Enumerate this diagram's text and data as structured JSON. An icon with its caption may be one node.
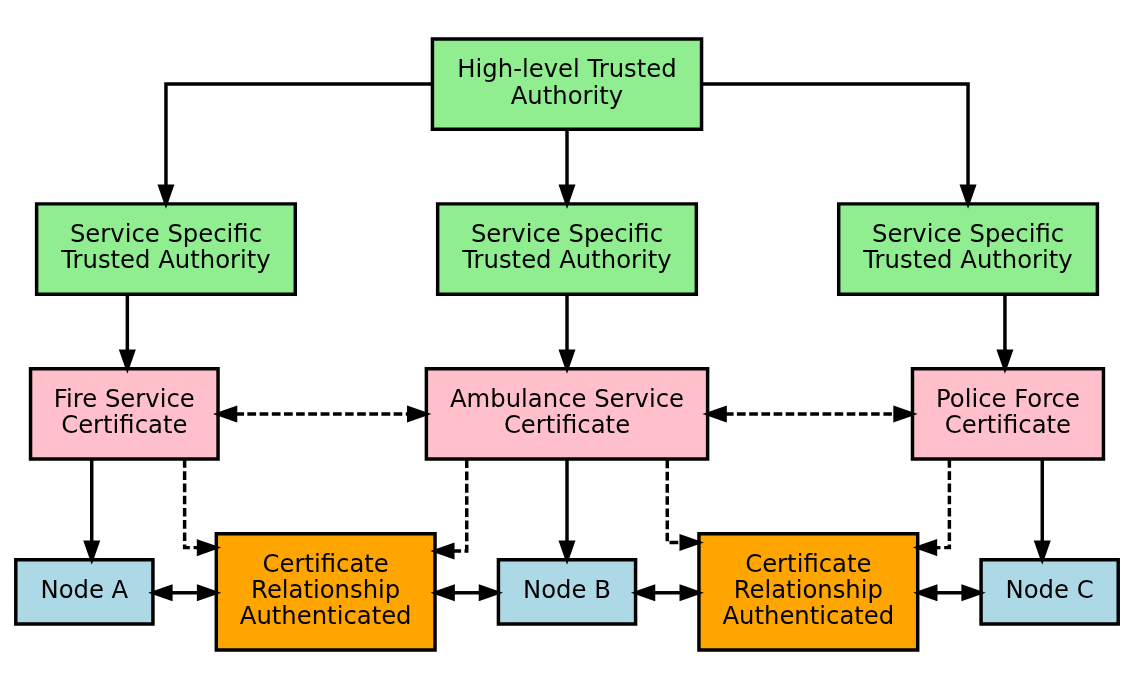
{
  "diagram": {
    "nodes": [
      {
        "text": [
          "High-level Trusted Authority"
        ]
      },
      {
        "text": [
          "Service Specific Trusted Authority"
        ]
      },
      {
        "text": [
          "Service Specific Trusted Authority"
        ]
      },
      {
        "text": [
          "Service Specific Trusted Authority"
        ]
      },
      {
        "text": [
          "Fire Service Certificate"
        ]
      },
      {
        "text": [
          "Ambulance Service Certificate"
        ]
      },
      {
        "text": [
          "Police Force Certificate"
        ]
      },
      {
        "text": [
          "Node A"
        ]
      },
      {
        "text": [
          "Certificate Relationship Authenticated"
        ]
      },
      {
        "text": [
          "Node B"
        ]
      },
      {
        "text": [
          "Certificate Relationship Authenticated"
        ]
      },
      {
        "text": [
          "Node C"
        ]
      }
    ],
    "edges": [
      {
        "from": 0,
        "to": 1,
        "arrow": "to"
      },
      {
        "from": 0,
        "to": 2,
        "arrow": "to"
      },
      {
        "from": 0,
        "to": 3,
        "arrow": "to"
      },
      {
        "from": 1,
        "to": 4,
        "arrow": "to"
      },
      {
        "from": 2,
        "to": 5,
        "arrow": "to"
      },
      {
        "from": 3,
        "to": 6,
        "arrow": "to"
      },
      {
        "from": 4,
        "to": 7,
        "arrow": "to"
      },
      {
        "from": 5,
        "to": 9,
        "arrow": "to"
      },
      {
        "from": 6,
        "to": 11,
        "arrow": "to"
      },
      {
        "from": 4,
        "to": 5,
        "arrow": "both",
        "style": "dashed"
      },
      {
        "from": 4,
        "to": 8,
        "arrow": "to",
        "style": "dashed"
      },
      {
        "from": 5,
        "to": 8,
        "arrow": "to",
        "style": "dashed"
      },
      {
        "from": 5,
        "to": 6,
        "arrow": "both",
        "style": "dashed"
      },
      {
        "from": 5,
        "to": 10,
        "arrow": "to",
        "style": "dashed"
      },
      {
        "from": 6,
        "to": 10,
        "arrow": "to",
        "style": "dashed"
      },
      {
        "from": 7,
        "to": 8,
        "arrow": "both"
      },
      {
        "from": 8,
        "to": 9,
        "arrow": "both"
      },
      {
        "from": 9,
        "to": 10,
        "arrow": "both"
      },
      {
        "from": 10,
        "to": 11,
        "arrow": "both"
      }
    ]
  }
}
